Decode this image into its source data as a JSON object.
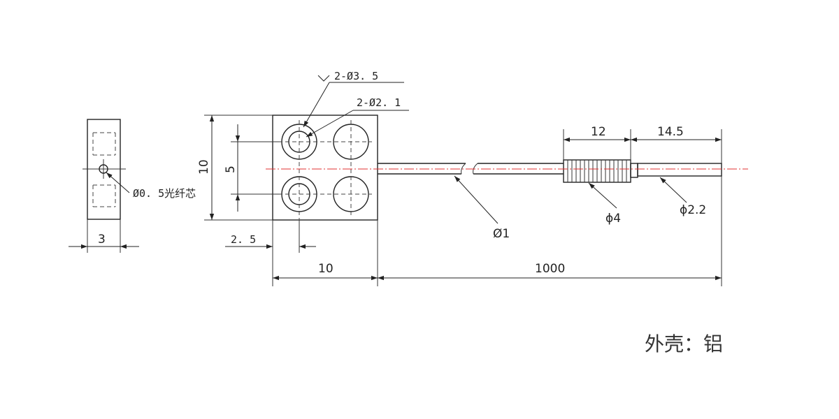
{
  "labels": {
    "side_width": "3",
    "fiber_core": "Ø0. 5光纤芯",
    "height_10": "10",
    "height_5": "5",
    "holes_outer": "2-Ø3. 5",
    "holes_inner": "2-Ø2. 1",
    "offset_2_5": "2. 5",
    "width_10": "10",
    "length_1000": "1000",
    "fiber_dia": "Ø1",
    "sleeve_len": "12",
    "tip_len": "14.5",
    "sleeve_dia": "ϕ4",
    "tip_dia": "ϕ2.2",
    "material": "外壳：铝"
  },
  "colors": {
    "centerline": "#e03030",
    "line": "#222222"
  }
}
